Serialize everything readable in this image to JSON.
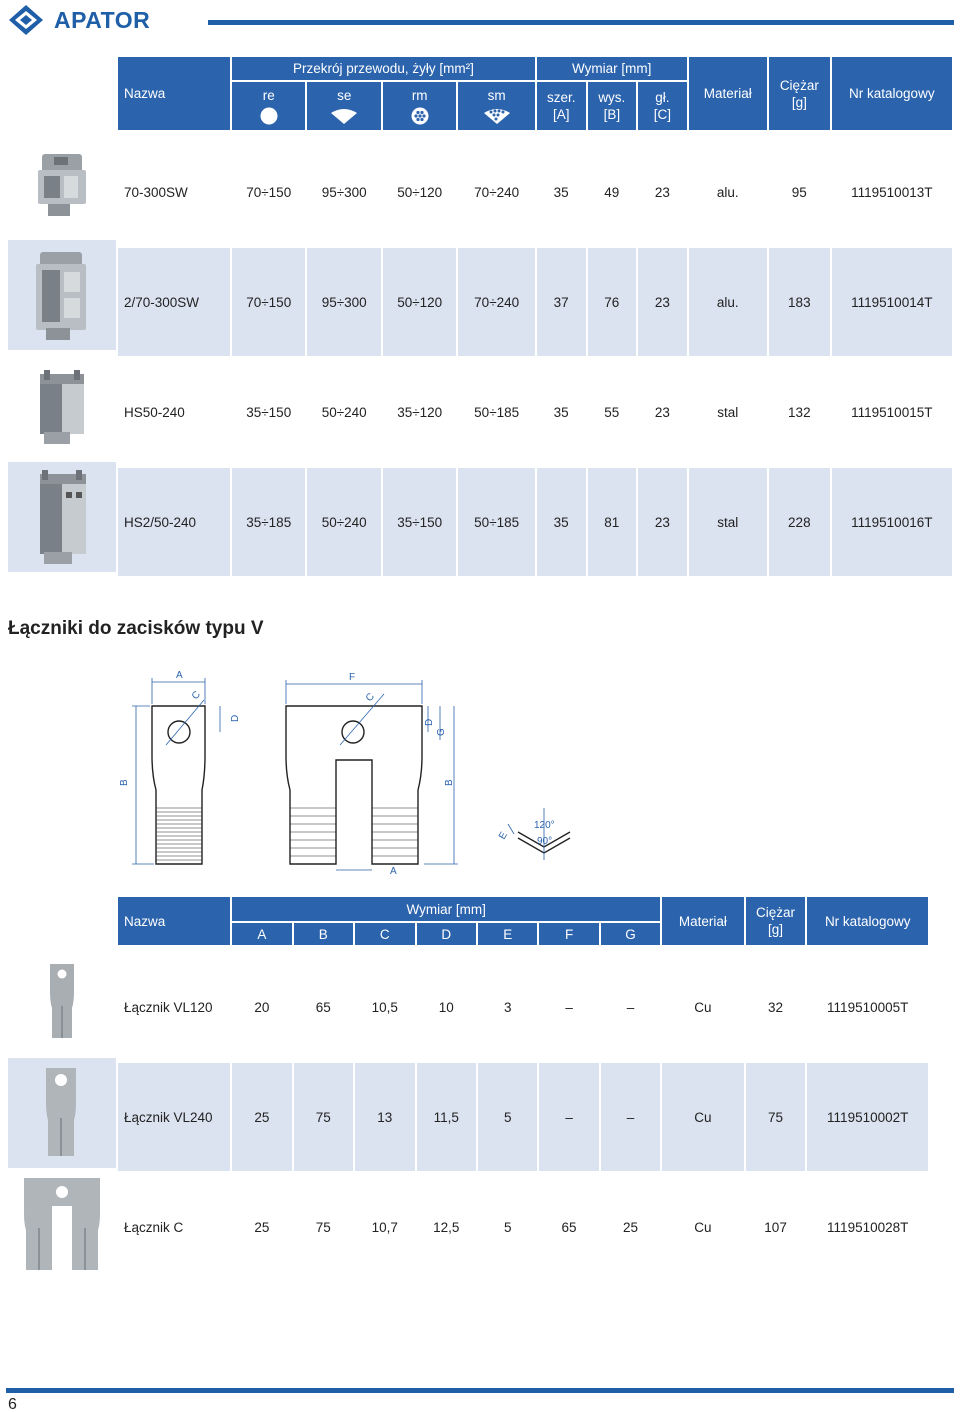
{
  "brand": {
    "name": "APATOR",
    "color": "#1f5fa8"
  },
  "table1": {
    "headers": {
      "name": "Nazwa",
      "przekroj": "Przekrój przewodu, żyły [mm²]",
      "wymiar": "Wymiar [mm]",
      "re": "re",
      "se": "se",
      "rm": "rm",
      "sm": "sm",
      "szer": "szer.",
      "szer_u": "[A]",
      "wys": "wys.",
      "wys_u": "[B]",
      "gl": "gł.",
      "gl_u": "[C]",
      "material": "Materiał",
      "ciezar": "Ciężar",
      "ciezar_u": "[g]",
      "nr": "Nr katalogowy"
    },
    "symbol_icons": [
      "round-solid-icon",
      "sector-solid-icon",
      "round-stranded-icon",
      "sector-stranded-icon"
    ],
    "rows": [
      {
        "name": "70-300SW",
        "re": "70÷150",
        "se": "95÷300",
        "rm": "50÷120",
        "sm": "70÷240",
        "a": "35",
        "b": "49",
        "c": "23",
        "material": "alu.",
        "weight": "95",
        "catalog": "1119510013T"
      },
      {
        "name": "2/70-300SW",
        "re": "70÷150",
        "se": "95÷300",
        "rm": "50÷120",
        "sm": "70÷240",
        "a": "37",
        "b": "76",
        "c": "23",
        "material": "alu.",
        "weight": "183",
        "catalog": "1119510014T"
      },
      {
        "name": "HS50-240",
        "re": "35÷150",
        "se": "50÷240",
        "rm": "35÷120",
        "sm": "50÷185",
        "a": "35",
        "b": "55",
        "c": "23",
        "material": "stal",
        "weight": "132",
        "catalog": "1119510015T"
      },
      {
        "name": "HS2/50-240",
        "re": "35÷185",
        "se": "50÷240",
        "rm": "35÷150",
        "sm": "50÷185",
        "a": "35",
        "b": "81",
        "c": "23",
        "material": "stal",
        "weight": "228",
        "catalog": "1119510016T"
      }
    ]
  },
  "section_title": "Łączniki do zacisków typu V",
  "diagram": {
    "labels": {
      "a": "A",
      "b": "B",
      "c": "C",
      "d": "D",
      "e": "E",
      "f": "F",
      "g": "G",
      "angle1": "120°",
      "angle2": "90°"
    }
  },
  "table2": {
    "headers": {
      "name": "Nazwa",
      "wymiar": "Wymiar [mm]",
      "a": "A",
      "b": "B",
      "c": "C",
      "d": "D",
      "e": "E",
      "f": "F",
      "g": "G",
      "material": "Materiał",
      "ciezar": "Ciężar",
      "ciezar_u": "[g]",
      "nr": "Nr katalogowy"
    },
    "rows": [
      {
        "name": "Łącznik VL120",
        "a": "20",
        "b": "65",
        "c": "10,5",
        "d": "10",
        "e": "3",
        "f": "–",
        "g": "–",
        "material": "Cu",
        "weight": "32",
        "catalog": "1119510005T"
      },
      {
        "name": "Łącznik VL240",
        "a": "25",
        "b": "75",
        "c": "13",
        "d": "11,5",
        "e": "5",
        "f": "–",
        "g": "–",
        "material": "Cu",
        "weight": "75",
        "catalog": "1119510002T"
      },
      {
        "name": "Łącznik C",
        "a": "25",
        "b": "75",
        "c": "10,7",
        "d": "12,5",
        "e": "5",
        "f": "65",
        "g": "25",
        "material": "Cu",
        "weight": "107",
        "catalog": "1119510028T"
      }
    ]
  },
  "page_number": "6"
}
